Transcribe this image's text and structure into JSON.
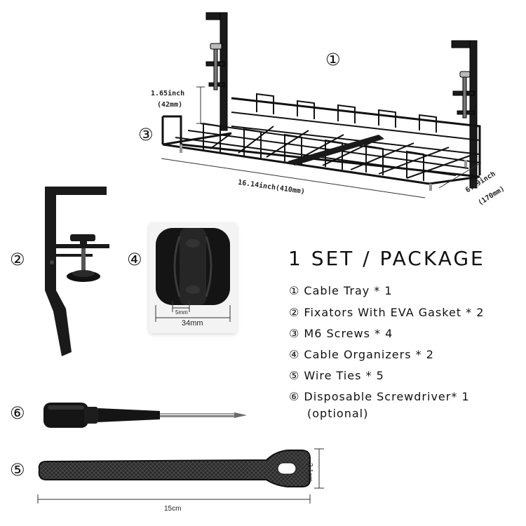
{
  "markers": {
    "tray": "①",
    "fixator": "②",
    "screws": "③",
    "organizer": "④",
    "ties": "⑤",
    "screwdriver": "⑥"
  },
  "dimensions": {
    "tray_height_inch": "1.65inch",
    "tray_height_mm": "(42mm)",
    "tray_length": "16.14inch(410mm)",
    "tray_depth_inch": "6.69inch",
    "tray_depth_mm": "(170mm)",
    "organizer_slot": "5mm",
    "organizer_width": "34mm",
    "tie_width": "2.1cm",
    "tie_length": "15cm"
  },
  "package": {
    "title": "1 SET / PACKAGE",
    "items": [
      "① Cable Tray * 1",
      "② Fixators With EVA Gasket * 2",
      "③ M6 Screws * 4",
      "④ Cable Organizers * 2",
      "⑤ Wire Ties * 5",
      "⑥ Disposable Screwdriver* 1",
      "(optional)"
    ]
  },
  "colors": {
    "product": "#111111",
    "background": "#ffffff"
  }
}
